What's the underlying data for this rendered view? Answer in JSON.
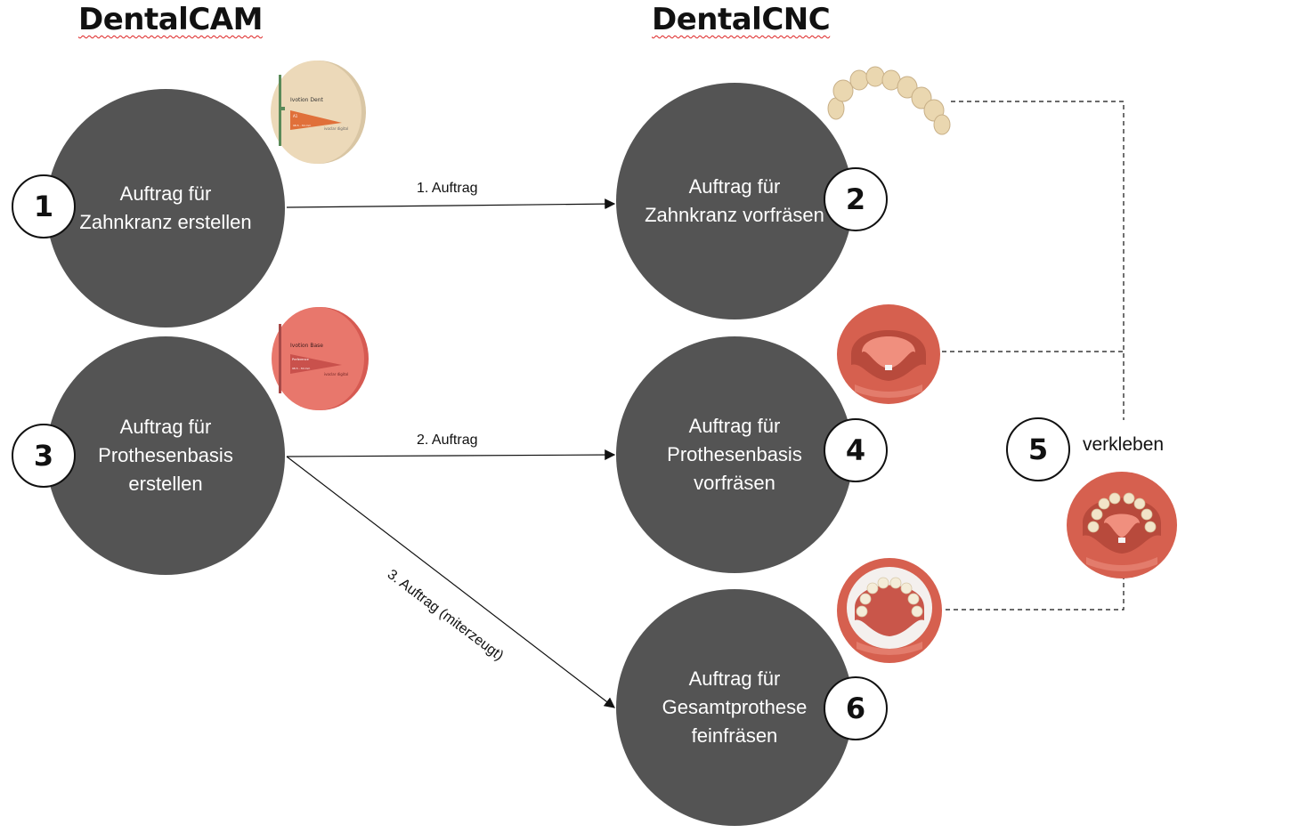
{
  "headers": {
    "left": "DentalCAM",
    "right": "DentalCNC"
  },
  "steps": {
    "s1": "Auftrag für\nZahnkranz erstellen",
    "s2": "Auftrag für\nZahnkranz vorfräsen",
    "s3": "Auftrag für\nProthesenbasis\nerstellen",
    "s4": "Auftrag für\nProthesenbasis\nvorfräsen",
    "s6": "Auftrag für\nGesamtprothese\nfeinfräsen"
  },
  "badges": {
    "b1": "1",
    "b2": "2",
    "b3": "3",
    "b4": "4",
    "b5": "5",
    "b6": "6"
  },
  "arrows": {
    "a1": "1. Auftrag",
    "a2": "2. Auftrag",
    "a3": "3. Auftrag (miterzeugt)"
  },
  "side_label": "verkleben",
  "disc_labels": {
    "dent_brand": "Ivotion Dent",
    "dent_shade": "A1",
    "dent_size": "98.5 - 30 mm",
    "base_brand": "Ivotion Base",
    "base_shade": "Preference",
    "base_size": "98.5 - 30 mm",
    "maker": "ivoclar\ndigital"
  },
  "colors": {
    "circle": "#545454",
    "disc_dent": "#ecd9b9",
    "disc_base": "#e57267",
    "resin": "#d8604f"
  }
}
